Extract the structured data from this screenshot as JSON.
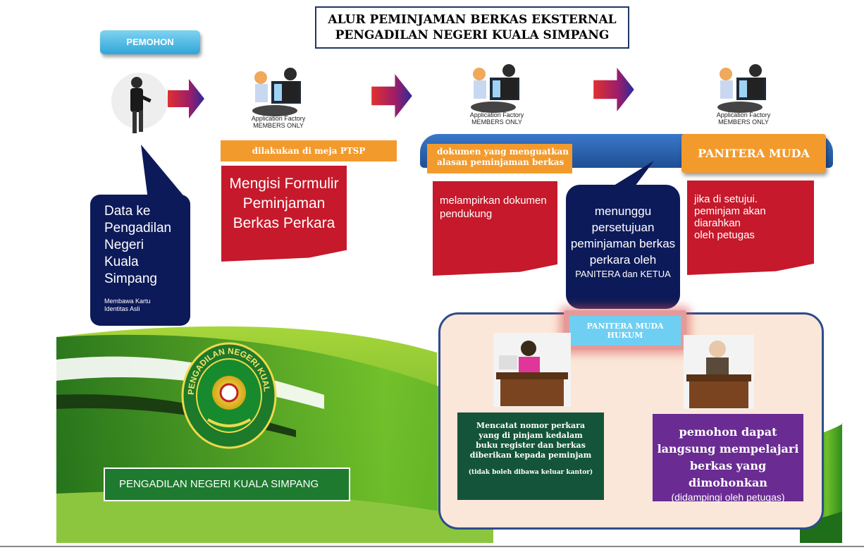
{
  "title": {
    "line1": "ALUR PEMINJAMAN BERKAS EKSTERNAL",
    "line2": "PENGADILAN NEGERI KUALA SIMPANG"
  },
  "pemohon_label": "PEMOHON",
  "desk_sign": {
    "line1": "Application Factory",
    "line2": "MEMBERS ONLY"
  },
  "steps": {
    "step1": {
      "tab": "dilakukan di meja PTSP",
      "card": [
        "Mengisi Formulir",
        "Peminjaman",
        "Berkas Perkara"
      ]
    },
    "step2": {
      "tab": [
        "dokumen yang menguatkan",
        "alasan peminjaman berkas"
      ],
      "card": [
        "melampirkan dokumen",
        "pendukung"
      ]
    },
    "step3": {
      "tab": "PANITERA MUDA HUKUM",
      "card": [
        "jika di setujui.",
        "peminjam akan",
        "diarahkan",
        "oleh petugas"
      ]
    }
  },
  "callout_left": {
    "lines": [
      "Data ke",
      "Pengadilan",
      "Negeri",
      "Kuala",
      "Simpang"
    ],
    "note": [
      "Membawa Kartu",
      "Identitas Asli"
    ]
  },
  "callout_mid": {
    "lines": [
      "menunggu",
      "persetujuan",
      "peminjaman berkas",
      "perkara oleh"
    ],
    "last": "PANITERA dan KETUA"
  },
  "panitera_badge": [
    "PANITERA MUDA",
    "HUKUM"
  ],
  "green_card": {
    "lines": [
      "Mencatat nomor perkara",
      "yang di pinjam kedalam",
      "buku register dan berkas",
      "diberikan kepada peminjam"
    ],
    "note": "(tidak boleh dibawa keluar kantor)"
  },
  "purple_card": {
    "lines": [
      "pemohon dapat",
      "langsung mempelajari",
      "berkas yang dimohonkan"
    ],
    "note": "(didampingi oleh petugas)"
  },
  "court_name": "PENGADILAN NEGERI KUALA SIMPANG",
  "logo_ring_text": "PENGADILAN NEGERI KUALA SIMPANG",
  "colors": {
    "navy": "#0d1a59",
    "red": "#c6192b",
    "orange": "#f39a2c",
    "green": "#1d7a2e",
    "purple": "#6a2b93",
    "sky": "#6fcff2"
  }
}
